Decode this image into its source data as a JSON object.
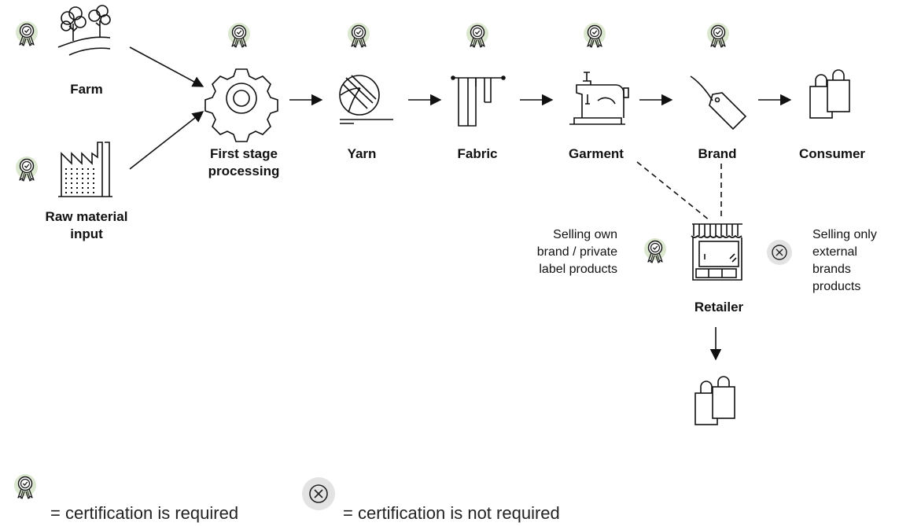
{
  "nodes": {
    "farm": "Farm",
    "raw_material_1": "Raw material",
    "raw_material_2": "input",
    "first_stage_1": "First stage",
    "first_stage_2": "processing",
    "yarn": "Yarn",
    "fabric": "Fabric",
    "garment": "Garment",
    "brand": "Brand",
    "consumer": "Consumer",
    "retailer": "Retailer"
  },
  "notes": {
    "own_brand_1": "Selling own",
    "own_brand_2": "brand / private",
    "own_brand_3": "label products",
    "external_1": "Selling only",
    "external_2": "external",
    "external_3": "brands",
    "external_4": "products"
  },
  "legend": {
    "required": "= certification is required",
    "not_required": "= certification is not required"
  },
  "colors": {
    "badge_fill": "#dbe8cf",
    "badge_ring": "#4f7c46",
    "x_fill": "#e3e3e3",
    "line": "#111111"
  }
}
